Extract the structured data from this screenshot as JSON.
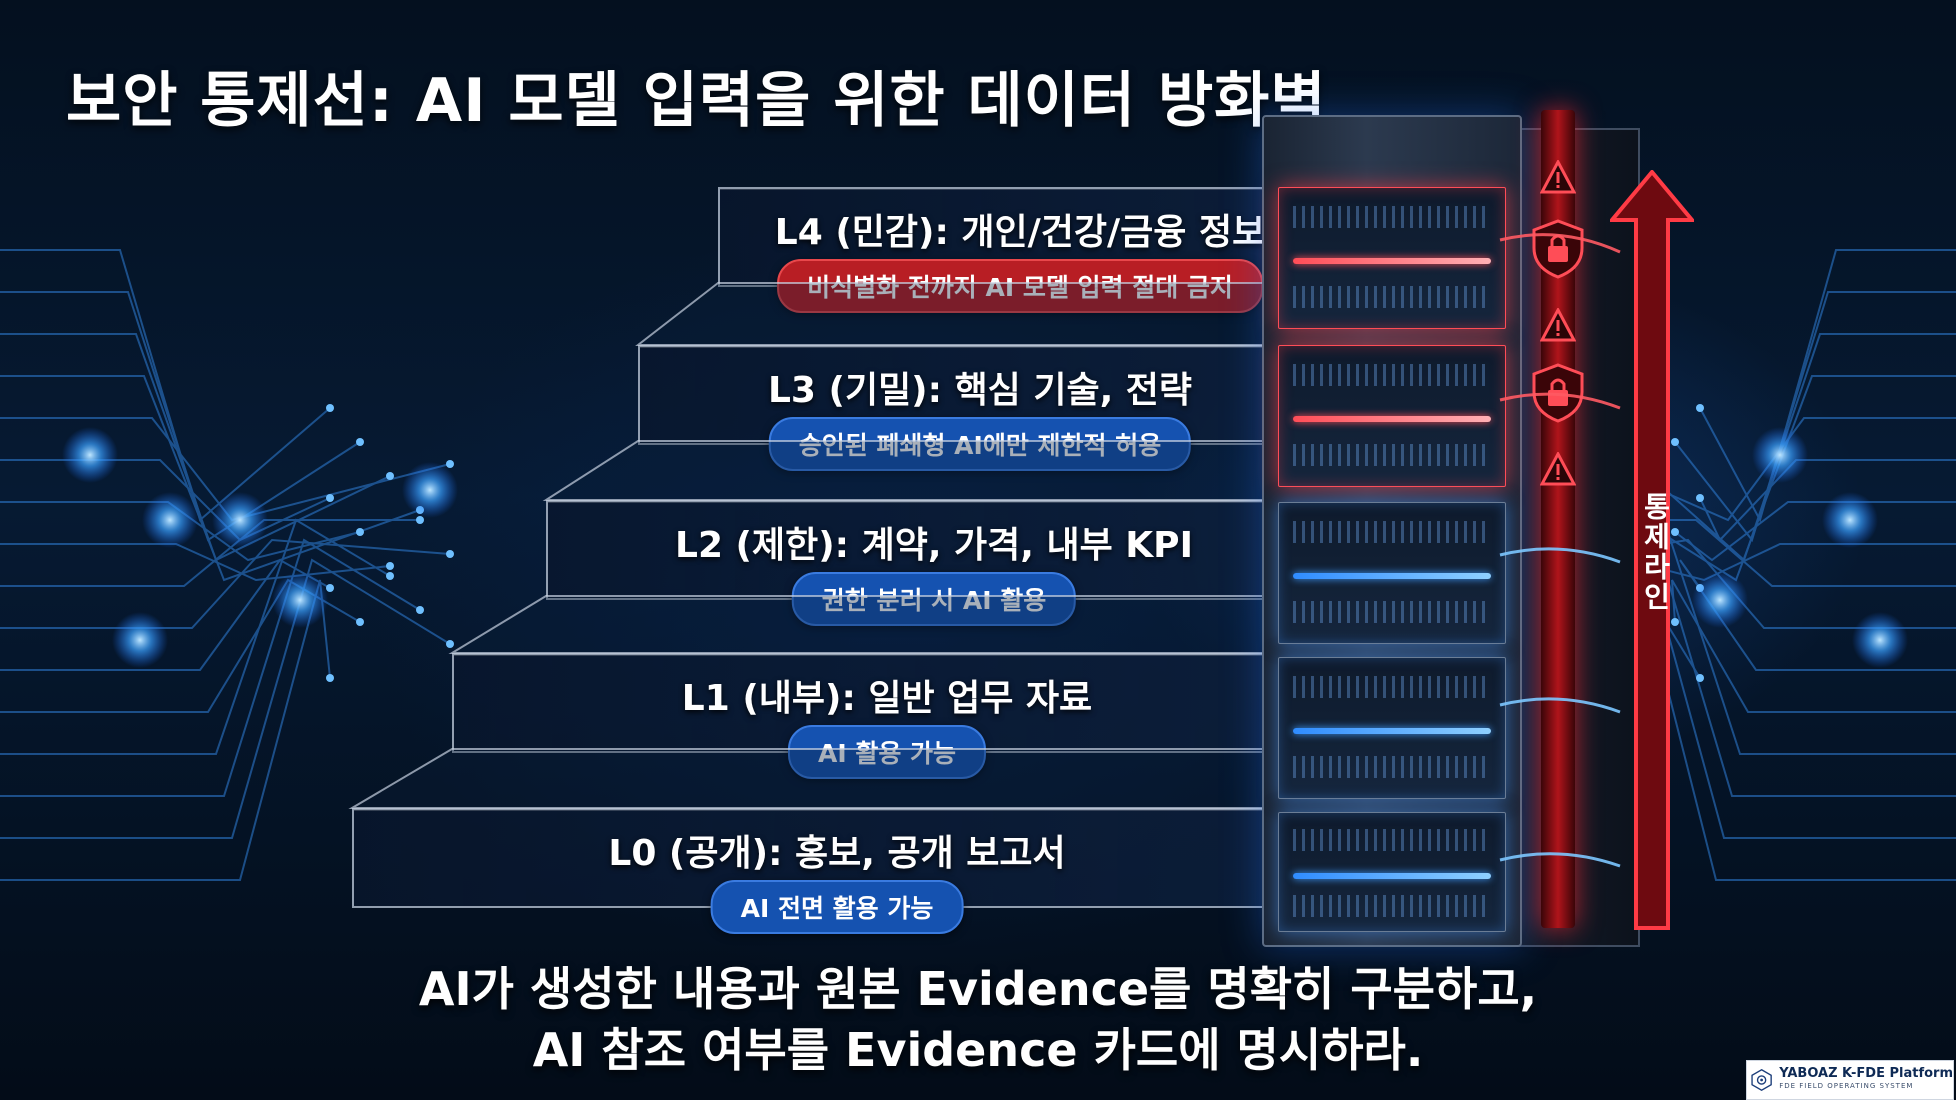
{
  "title": "보안 통제선: AI 모델 입력을 위한 데이터 방화벽",
  "levels": [
    {
      "label": "L4 (민감): 개인/건강/금융 정보",
      "rule": "비식별화 전까지 AI 모델 입력 절대 금지",
      "rule_color": "red"
    },
    {
      "label": "L3 (기밀): 핵심 기술, 전략",
      "rule": "승인된 폐쇄형 AI에만 제한적 허용",
      "rule_color": "blue"
    },
    {
      "label": "L2 (제한): 계약, 가격, 내부 KPI",
      "rule": "권한 분리 시 AI 활용",
      "rule_color": "blue"
    },
    {
      "label": "L1 (내부): 일반 업무 자료",
      "rule": "AI 활용 가능",
      "rule_color": "blue"
    },
    {
      "label": "L0 (공개): 홍보, 공개 보고서",
      "rule": "AI 전면 활용 가능",
      "rule_color": "blue"
    }
  ],
  "control_line_label": "통제라인",
  "footer": {
    "line1": "AI가 생성한 내용과 원본 Evidence를 명확히 구분하고,",
    "line2": "AI 참조 여부를 Evidence 카드에 명시하라."
  },
  "badge": {
    "name": "YABOAZ K-FDE Platform",
    "subtitle": "FDE FIELD OPERATING SYSTEM"
  },
  "icons": {
    "warning": "warning-triangle-icon",
    "lock": "shield-lock-icon",
    "arrow": "up-arrow-icon"
  },
  "colors": {
    "danger": "#b81e24",
    "allow": "#1552b0",
    "background": "#04101f"
  }
}
